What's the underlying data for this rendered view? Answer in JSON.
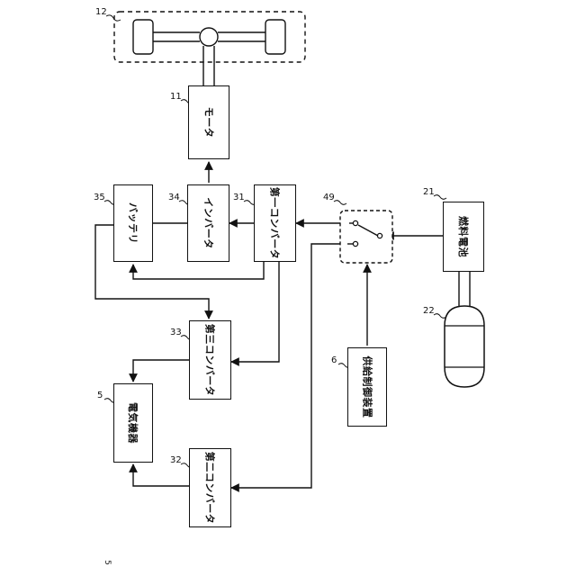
{
  "refs": {
    "vehicle": "12",
    "motor": "11",
    "battery": "35",
    "inverter": "34",
    "conv1": "31",
    "switch": "49",
    "fuelcell": "21",
    "tank": "22",
    "conv3": "33",
    "device": "5",
    "supply_ctrl": "6",
    "conv2": "32"
  },
  "labels": {
    "motor": "モータ",
    "battery": "バッテリ",
    "inverter": "インバータ",
    "conv1": "第一コンバータ",
    "fuelcell": "燃料電池",
    "conv3": "第三コンバータ",
    "device": "電気機器",
    "supply_ctrl": "供給制御装置",
    "conv2": "第二コンバータ"
  },
  "figure_label": "5"
}
